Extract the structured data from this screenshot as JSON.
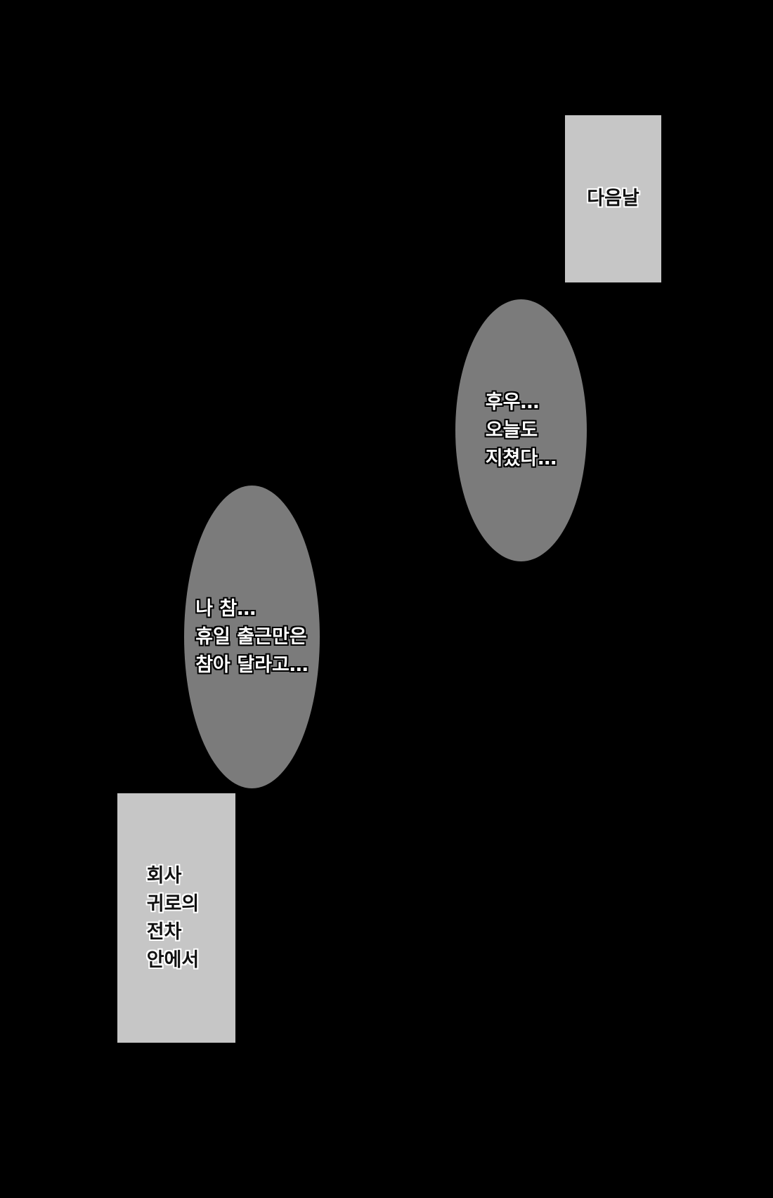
{
  "caption_next_day": {
    "lines": [
      "다음날"
    ]
  },
  "bubble_upper": {
    "lines": [
      "후우…",
      "오늘도",
      "지쳤다…"
    ]
  },
  "bubble_lower": {
    "lines": [
      "나 참…",
      "휴일 출근만은",
      "참아 달라고…"
    ]
  },
  "caption_location": {
    "lines": [
      "회사",
      "귀로의",
      "전차",
      "안에서"
    ]
  },
  "colors": {
    "background": "#000000",
    "caption_box": "#c6c6c6",
    "speech_bubble": "#7b7b7b",
    "bubble_text": "#ffffff"
  }
}
